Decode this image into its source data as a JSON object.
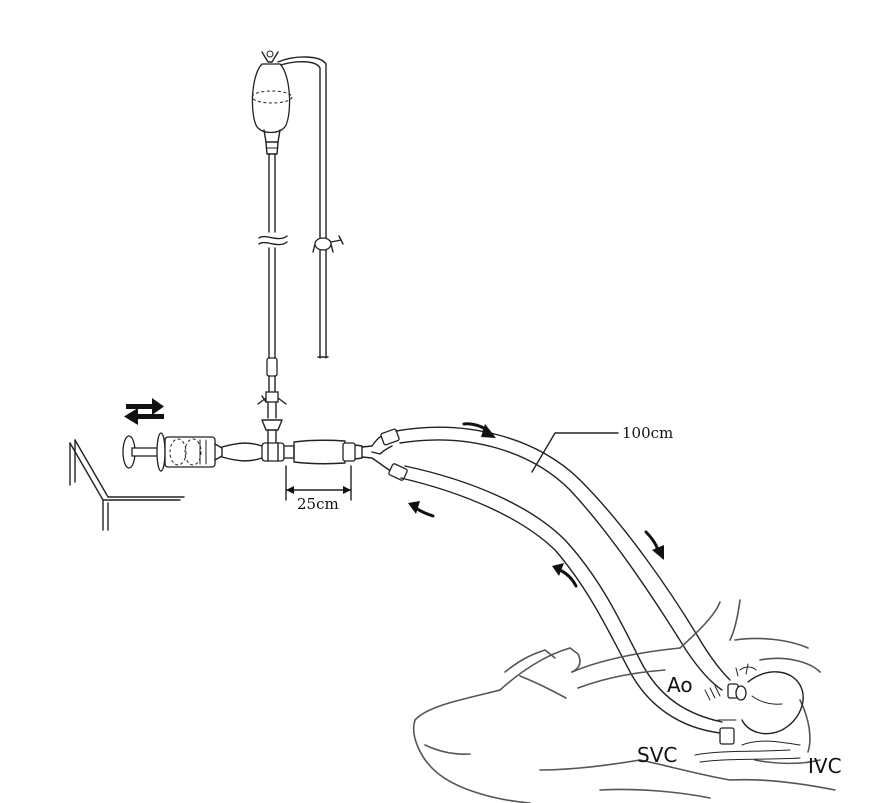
{
  "labels": {
    "tube_length": "100cm",
    "segment_length": "25cm",
    "aorta": "Ao",
    "superior_vena_cava": "SVC",
    "inferior_vena_cava": "IVC"
  }
}
